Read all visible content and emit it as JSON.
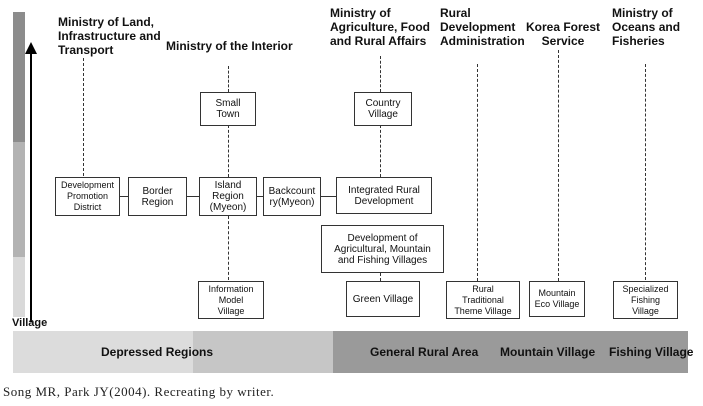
{
  "ministries": {
    "land": "Ministry of Land,\nInfrastructure and\nTransport",
    "interior": "Ministry of the Interior",
    "agri": "Ministry of\nAgriculture, Food\nand Rural Affairs",
    "rda": "Rural\nDevelopment\nAdministration",
    "forest": "Korea Forest\nService",
    "oceans": "Ministry of\nOceans and\nFisheries"
  },
  "boxes": {
    "small_town": "Small\nTown",
    "country_village": "Country\nVillage",
    "development_promotion": "Development\nPromotion\nDistrict",
    "border_region": "Border\nRegion",
    "island_region": "Island\nRegion\n(Myeon)",
    "backcountry": "Backcount\nry(Myeon)",
    "integrated_rural": "Integrated Rural\nDevelopment",
    "development_villages": "Development of\nAgricultural, Mountain\nand Fishing Villages",
    "information_model": "Information\nModel\nVillage",
    "green_village": "Green Village",
    "rural_traditional": "Rural\nTraditional\nTheme Village",
    "mountain_eco": "Mountain\nEco Village",
    "specialized_fishing": "Specialized\nFishing\nVillage"
  },
  "axis_label": "Village",
  "regions": {
    "depressed": "Depressed Regions",
    "general_rural": "General Rural Area",
    "mountain": "Mountain Village",
    "fishing": "Fishing Village"
  },
  "caption": "Song MR, Park JY(2004). Recreating by writer."
}
